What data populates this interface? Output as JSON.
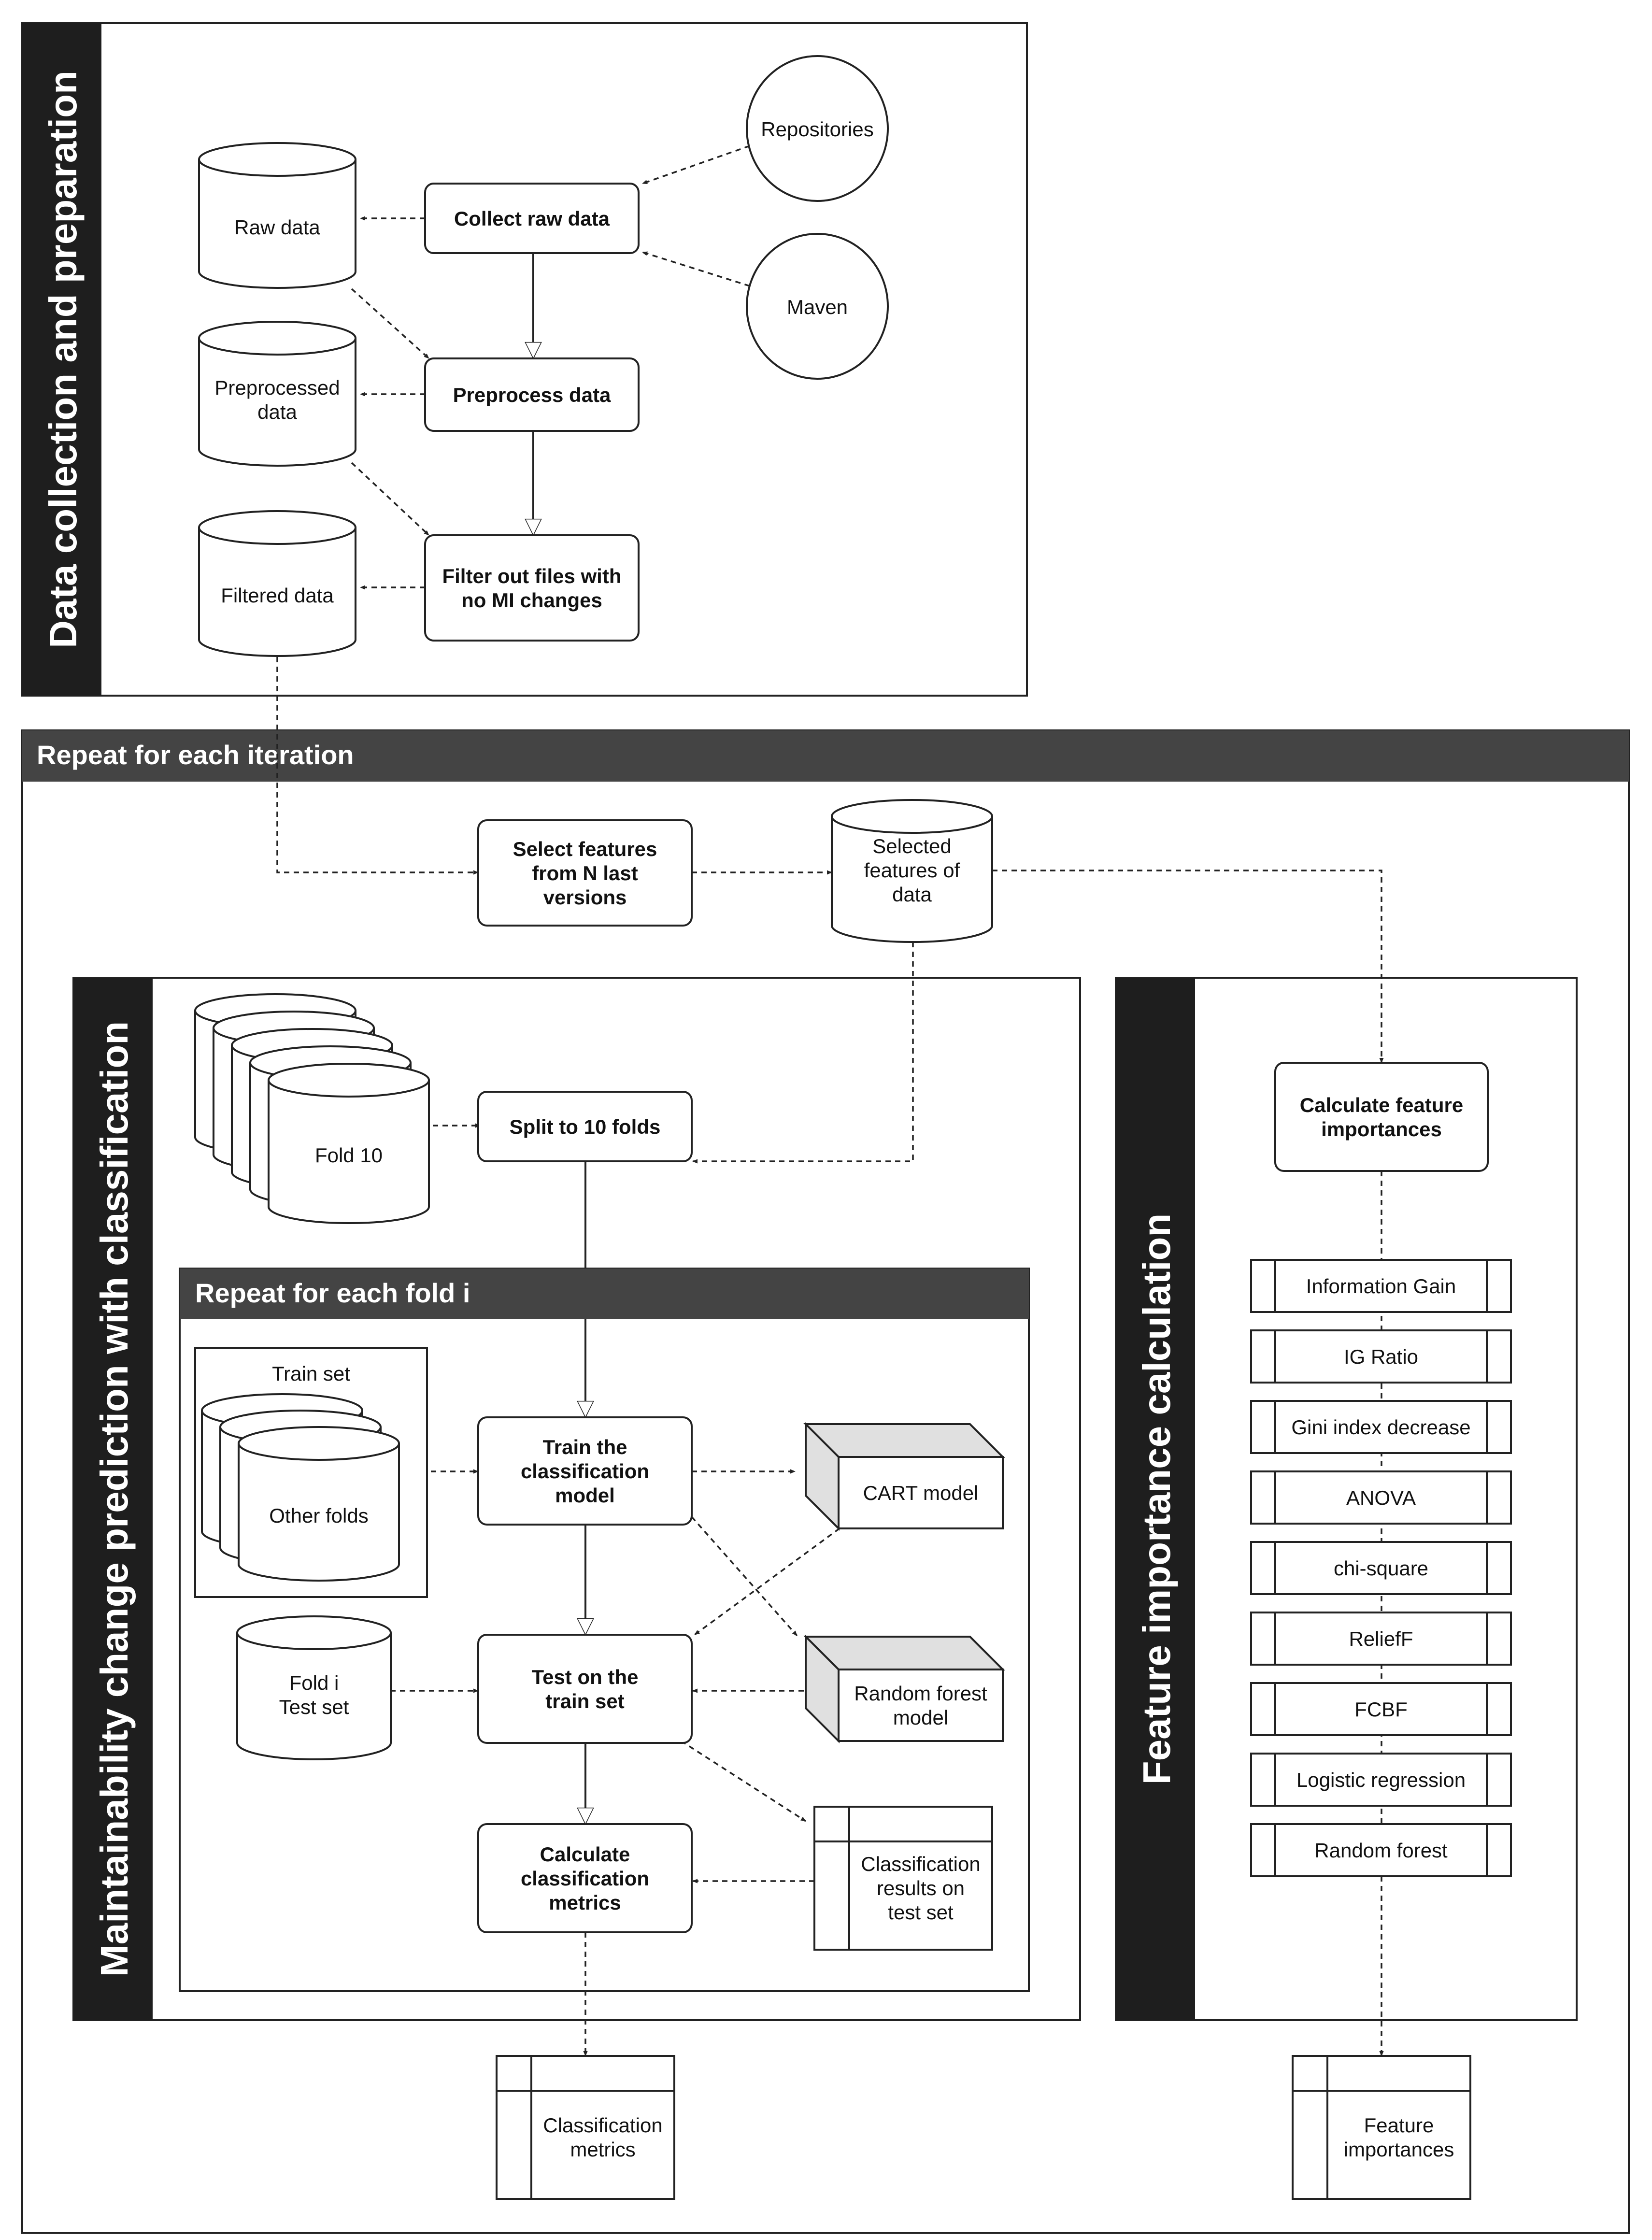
{
  "sections": {
    "data_collection": "Data collection and preparation",
    "repeat_iteration": "Repeat for each iteration",
    "classification": "Maintainability change prediction with classification",
    "repeat_fold": "Repeat for each fold i",
    "feature_importance": "Feature importance calculation"
  },
  "sources": {
    "repositories": "Repositories",
    "maven": "Maven"
  },
  "processes": {
    "collect": [
      "Collect raw data"
    ],
    "preprocess": [
      "Preprocess data"
    ],
    "filter": [
      "Filter out files with",
      "no MI changes"
    ],
    "select": [
      "Select features",
      "from N last",
      "versions"
    ],
    "split": [
      "Split to 10 folds"
    ],
    "train": [
      "Train the",
      "classification",
      "model"
    ],
    "test": [
      "Test on the",
      "train set"
    ],
    "metrics": [
      "Calculate",
      "classification",
      "metrics"
    ],
    "importance": [
      "Calculate feature",
      "importances"
    ]
  },
  "datastores": {
    "raw": [
      "Raw data"
    ],
    "preprocessed": [
      "Preprocessed",
      "data"
    ],
    "filtered": [
      "Filtered data"
    ],
    "selected": [
      "Selected",
      "features of",
      "data"
    ],
    "fold10": [
      "Fold 10"
    ],
    "train_set_title": "Train set",
    "other_folds": [
      "Other folds"
    ],
    "fold_i": [
      "Fold i",
      "Test set"
    ]
  },
  "models": {
    "cart": [
      "CART model"
    ],
    "rf": [
      "Random forest",
      "model"
    ]
  },
  "documents": {
    "results": [
      "Classification",
      "results on",
      "test set"
    ],
    "class_metrics": [
      "Classification",
      "metrics"
    ],
    "feat_importances": [
      "Feature",
      "importances"
    ]
  },
  "methods": [
    "Information Gain",
    "IG Ratio",
    "Gini index decrease",
    "ANOVA",
    "chi-square",
    "ReliefF",
    "FCBF",
    "Logistic regression",
    "Random forest"
  ],
  "colors": {
    "band": "#444444",
    "dark": "#1e1e1e",
    "line": "#222222",
    "model_side": "#e0e0e0"
  }
}
